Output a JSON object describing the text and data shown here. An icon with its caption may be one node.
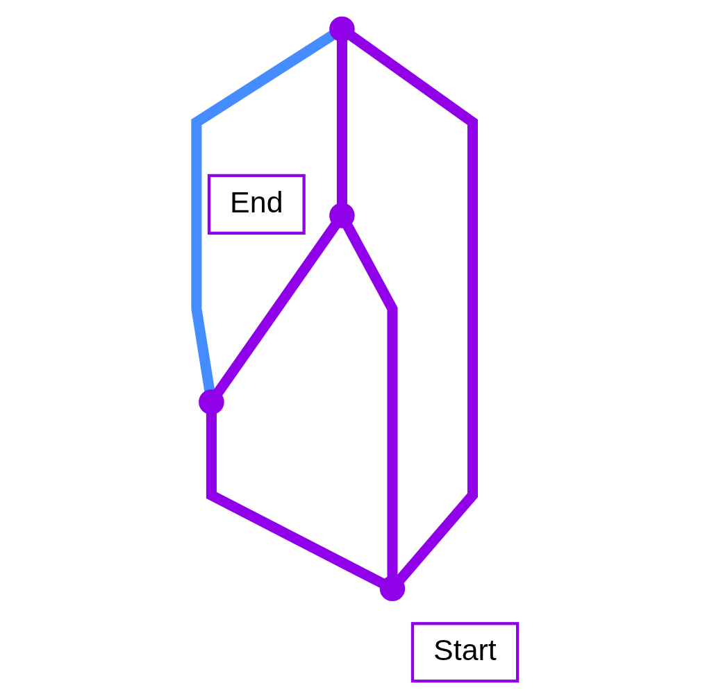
{
  "diagram": {
    "nodes": [
      {
        "text": [],
        "shape": "circle"
      },
      {
        "text": [],
        "shape": "circle",
        "beside": [
          "End"
        ]
      },
      {
        "text": [],
        "shape": "circle"
      },
      {
        "text": [],
        "shape": "circle",
        "beside": [
          "Start"
        ]
      }
    ],
    "edges": [
      {
        "from": 0,
        "to": 2,
        "arrow": "none",
        "color": "#448cff"
      },
      {
        "from": 0,
        "to": 1,
        "arrow": "none"
      },
      {
        "from": 0,
        "to": 3,
        "arrow": "none"
      },
      {
        "from": 1,
        "to": 2,
        "arrow": "none"
      },
      {
        "from": 1,
        "to": 3,
        "arrow": "none"
      },
      {
        "from": 2,
        "to": 3,
        "arrow": "none"
      }
    ]
  }
}
